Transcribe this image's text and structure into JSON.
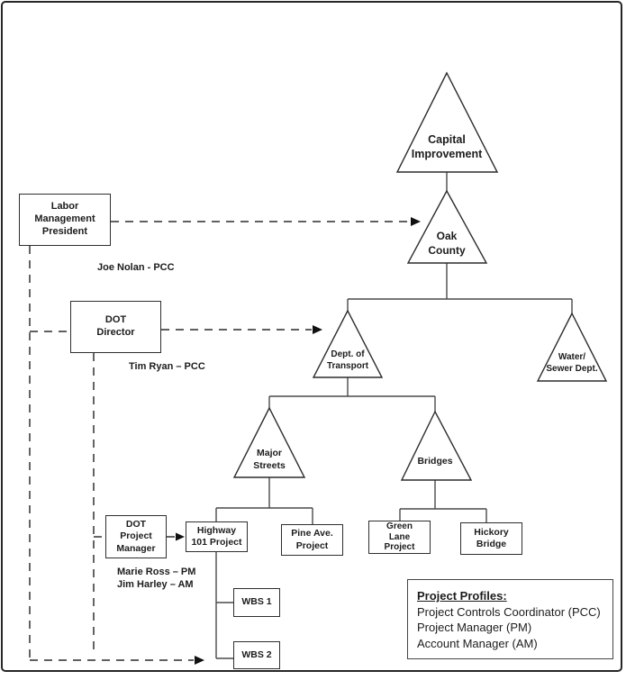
{
  "nodes": {
    "capital_improvement": "Capital\nImprovement",
    "oak_county": "Oak\nCounty",
    "dept_of_transport": "Dept. of\nTransport",
    "water_sewer_dept": "Water/\nSewer Dept.",
    "major_streets": "Major\nStreets",
    "bridges": "Bridges",
    "labor_management_president": "Labor\nManagement\nPresident",
    "dot_director": "DOT\nDirector",
    "dot_project_manager": "DOT\nProject\nManager",
    "highway_101_project": "Highway\n101 Project",
    "pine_ave_project": "Pine Ave.\nProject",
    "green_lane_project": "Green\nLane\nProject",
    "hickory_bridge": "Hickory\nBridge",
    "wbs_1": "WBS 1",
    "wbs_2": "WBS 2"
  },
  "annotations": {
    "joe_nolan": "Joe Nolan - PCC",
    "tim_ryan": "Tim Ryan – PCC",
    "marie_ross": "Marie Ross – PM",
    "jim_harley": "Jim Harley – AM"
  },
  "legend": {
    "title": "Project Profiles:",
    "items": [
      "Project Controls Coordinator (PCC)",
      "Project Manager (PM)",
      "Account Manager (AM)"
    ]
  },
  "colors": {
    "line": "#4a4a4a",
    "shape_stroke": "#2c2c2c",
    "text": "#1c1c1c",
    "background": "#ffffff"
  }
}
